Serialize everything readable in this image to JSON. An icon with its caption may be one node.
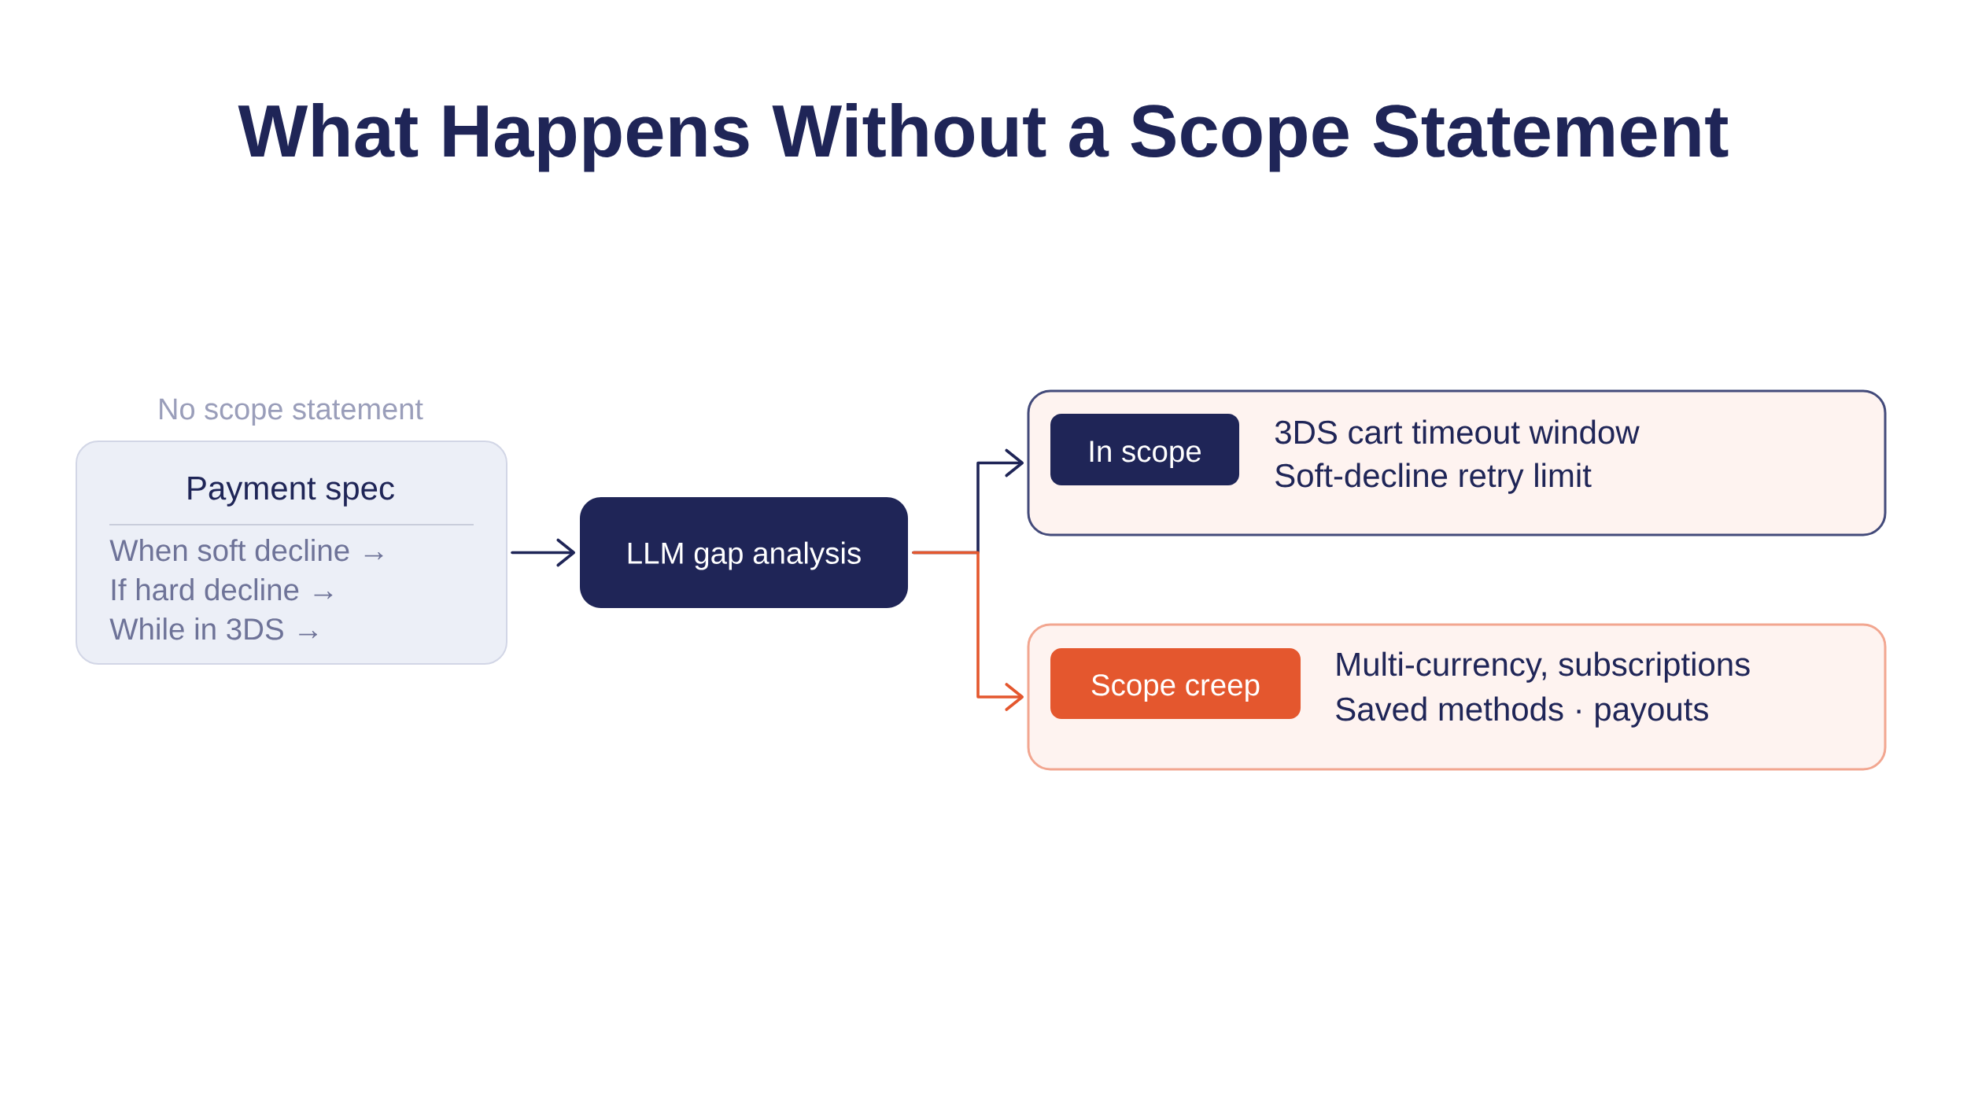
{
  "diagram": {
    "title": "What Happens Without a Scope Statement",
    "nodes": [
      {
        "text": [
          "No scope statement",
          "Payment spec",
          "When soft decline →",
          "If hard decline →",
          "While in 3DS →"
        ]
      },
      {
        "text": [
          "LLM gap analysis"
        ]
      },
      {
        "text": [
          "3DS cart timeout window",
          "Soft-decline retry limit"
        ]
      },
      {
        "text": [
          "In scope"
        ],
        "in": 2
      },
      {
        "text": [
          "Multi-currency, subscriptions",
          "Saved methods · payouts"
        ]
      },
      {
        "text": [
          "Scope creep"
        ],
        "in": 4
      }
    ],
    "edges": [
      {
        "from": 0,
        "to": 1,
        "arrow": "to"
      },
      {
        "from": 1,
        "to": 2,
        "arrow": "to"
      },
      {
        "from": 1,
        "to": 4,
        "arrow": "to",
        "color": "#e4572e"
      }
    ]
  }
}
